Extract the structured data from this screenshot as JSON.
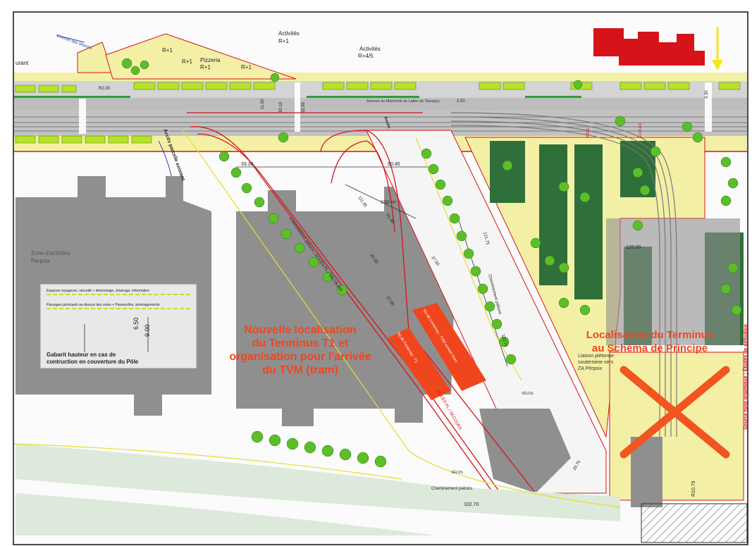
{
  "colors": {
    "road": "#c9c9c9",
    "building": "#8f8f8f",
    "tram_orange": "#f0461e",
    "cross": "#f2551f",
    "green": "#2f6f3a",
    "lime": "#b7e22a",
    "yellow": "#f7f07a",
    "red_building": "#d7131a",
    "arrow_yellow": "#f6e51b"
  },
  "street": {
    "name": "Avenue du Maréchal de Lattre de Tassigny",
    "chemin": "Chemin des Moines",
    "left_fragment": "urant"
  },
  "top_labels": {
    "activites_1": "Activités",
    "r1_a": "R+1",
    "activites_2": "Activités",
    "r45": "R+4/5",
    "r1_b": "R+1",
    "pizzeria": "Pizzeria",
    "r1_c": "R+1",
    "r1_d": "R+1",
    "r1_e": "R+1"
  },
  "dimensions": {
    "d3330": "33.30",
    "d5045": "50.45",
    "d11195": "111.95",
    "d5130": "51.30",
    "d3750": "37.50",
    "d2500": "25.00",
    "d2700": "27.00",
    "d12175": "121.75",
    "d12275": "122.75",
    "d2970": "29.70",
    "d10270": "102.70",
    "d12000": "120.00",
    "area": "5050 m²",
    "v1": "11.00",
    "v2": "30.10",
    "v3": "32.95",
    "v4": "3.30",
    "r1075": "R10.75",
    "r2": "R2.00",
    "d250": "2.50"
  },
  "labels": {
    "acces_parcelle": "Accès parcelle existant",
    "acces": "Accès",
    "cheminement_acces": "Cheminement piétons / ACCÈS PL / SECOURS",
    "cheminement_pietons": "Cheminement piétons",
    "cheminement_2": "Cheminement piétons",
    "acces_pl_secours": "ACCÈS PL / SECOURS",
    "quai_1": "Voi de Fontenay - TVM version tram",
    "quai_2": "Voi de Fontenay - T1",
    "velos_1": "VÉLOS",
    "velos_2": "VÉLOS",
    "zone_activites": "Zone d'activités",
    "perpoix": "Pérpoix",
    "pole": "PÔLE",
    "ecoles": "ÉCOLES",
    "zone_liaison_1": "Liaison piétonne",
    "zone_liaison_2": "souterraine vers",
    "zone_liaison_3": "ZA Pérpoix"
  },
  "gabarit": {
    "line1": "Espaces voyageurs, sécurité + déstockage, éclairage, information",
    "line2": "Passages ponctuels au-dessus des voies + Passerelles, aménagements",
    "dim1": "6.50",
    "dim2": "9.00",
    "caption1": "Gabarit hauteur en cas de",
    "caption2": "contruction en couverture du Pôle"
  },
  "annotations": {
    "new_1": "Nouvelle localisation",
    "new_2": "du Terminus T1 et",
    "new_3": "organisation pour l'arrivée",
    "new_4": "du TVM (tram)",
    "old_1": "Localisation du Terminus",
    "old_2": "au Schéma de Principe"
  },
  "side_source": "Source fond graphique : Études de définition"
}
